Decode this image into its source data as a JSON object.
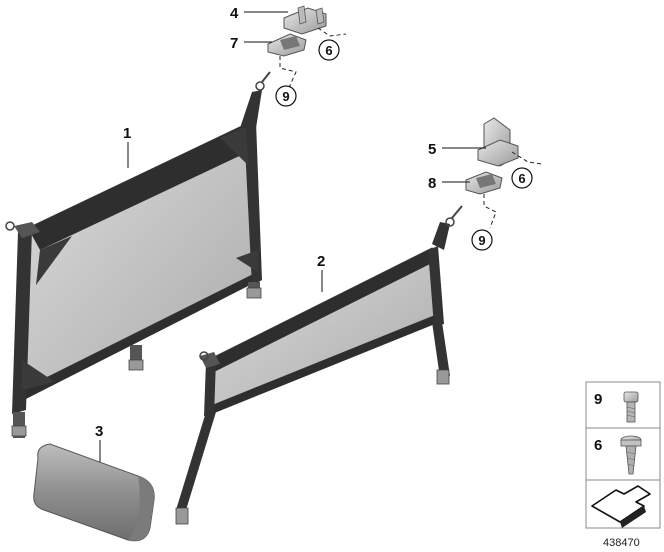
{
  "diagram": {
    "labels": {
      "part_1": "1",
      "part_2": "2",
      "part_3": "3",
      "part_4": "4",
      "part_5": "5",
      "part_6_top": "6",
      "part_6_right": "6",
      "part_7": "7",
      "part_8": "8",
      "part_9_top": "9",
      "part_9_right": "9"
    },
    "legend": {
      "item_9": "9",
      "item_6": "6"
    },
    "reference_number": "438470"
  }
}
